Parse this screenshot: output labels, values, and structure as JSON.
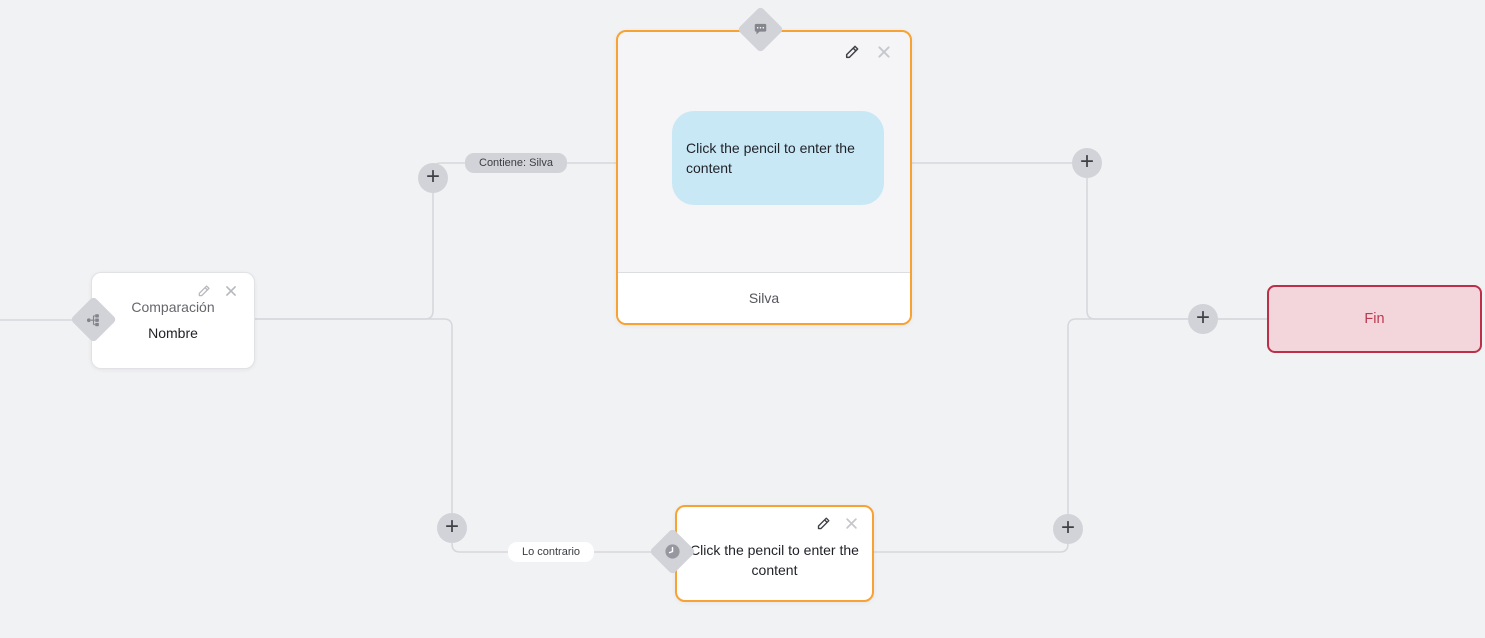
{
  "canvas": {
    "background": "#f1f2f4"
  },
  "colors": {
    "accent_orange": "#f7a233",
    "end_border": "#bb3048",
    "end_background": "#f3d6db",
    "bubble_blue": "#c9e8f6",
    "connector_gray": "#d7d8dc",
    "badge_gray": "#d2d3d8"
  },
  "plus_button": {
    "label": "+"
  },
  "edge_labels": {
    "contains": "Contiene: Silva",
    "otherwise": "Lo contrario"
  },
  "nodes": {
    "condition": {
      "line1": "Comparación",
      "line2": "Nombre"
    },
    "message": {
      "bubble_text": "Click the pencil to enter the content",
      "footer": "Silva"
    },
    "action": {
      "text": "Click the pencil to enter the content"
    },
    "end": {
      "label": "Fin"
    }
  },
  "icons": {
    "plus": "plus-icon",
    "pencil": "pencil-icon",
    "close": "close-icon",
    "chat_bubble": "chat-bubble-icon",
    "sitemap": "sitemap-icon",
    "clock": "clock-icon"
  }
}
